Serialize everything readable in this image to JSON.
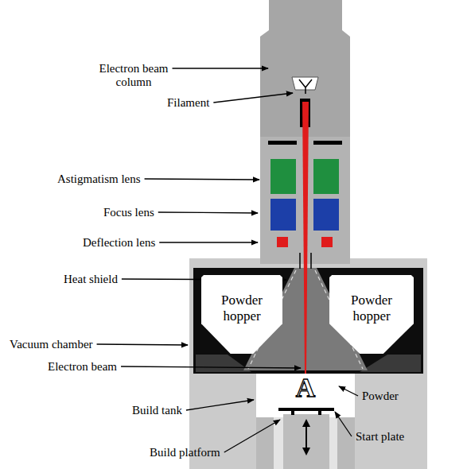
{
  "diagram": {
    "nodes": [
      {
        "text": [
          "Powder hopper"
        ]
      },
      {
        "text": [
          "Powder hopper"
        ]
      }
    ],
    "labels": [
      "Electron beam column",
      "Filament",
      "Astigmatism lens",
      "Focus lens",
      "Deflection lens",
      "Heat shield",
      "Vacuum chamber",
      "Electron beam",
      "Powder",
      "A",
      "Build tank",
      "Start plate",
      "Build platform"
    ]
  }
}
